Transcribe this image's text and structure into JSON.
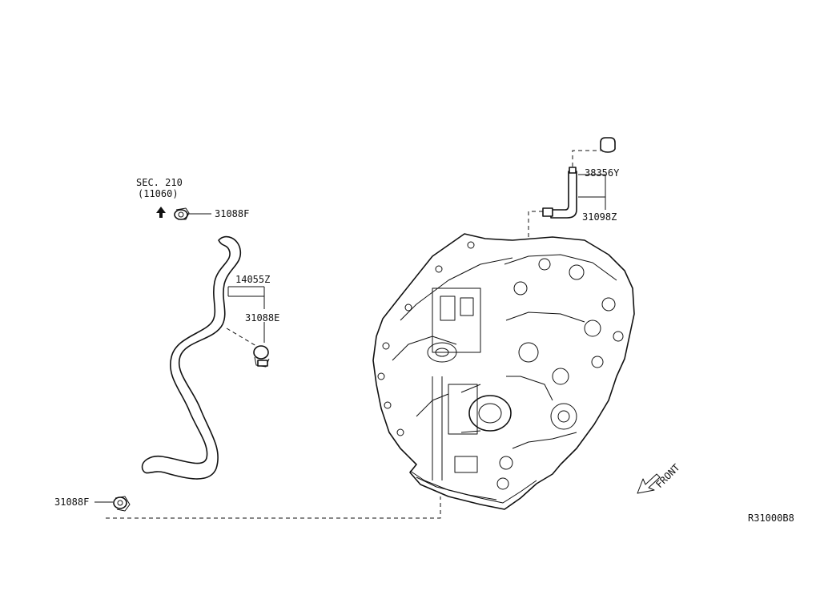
{
  "labels": {
    "sec": "SEC. 210",
    "sec_ref": "(11060)",
    "clamp_top": "31088F",
    "hose": "14055Z",
    "clamp_mid": "31088E",
    "clamp_bottom": "31088F",
    "vent_cap": "38356Y",
    "vent_tube": "31098Z",
    "front": "FRONT",
    "diagram_id": "R31000B8"
  }
}
